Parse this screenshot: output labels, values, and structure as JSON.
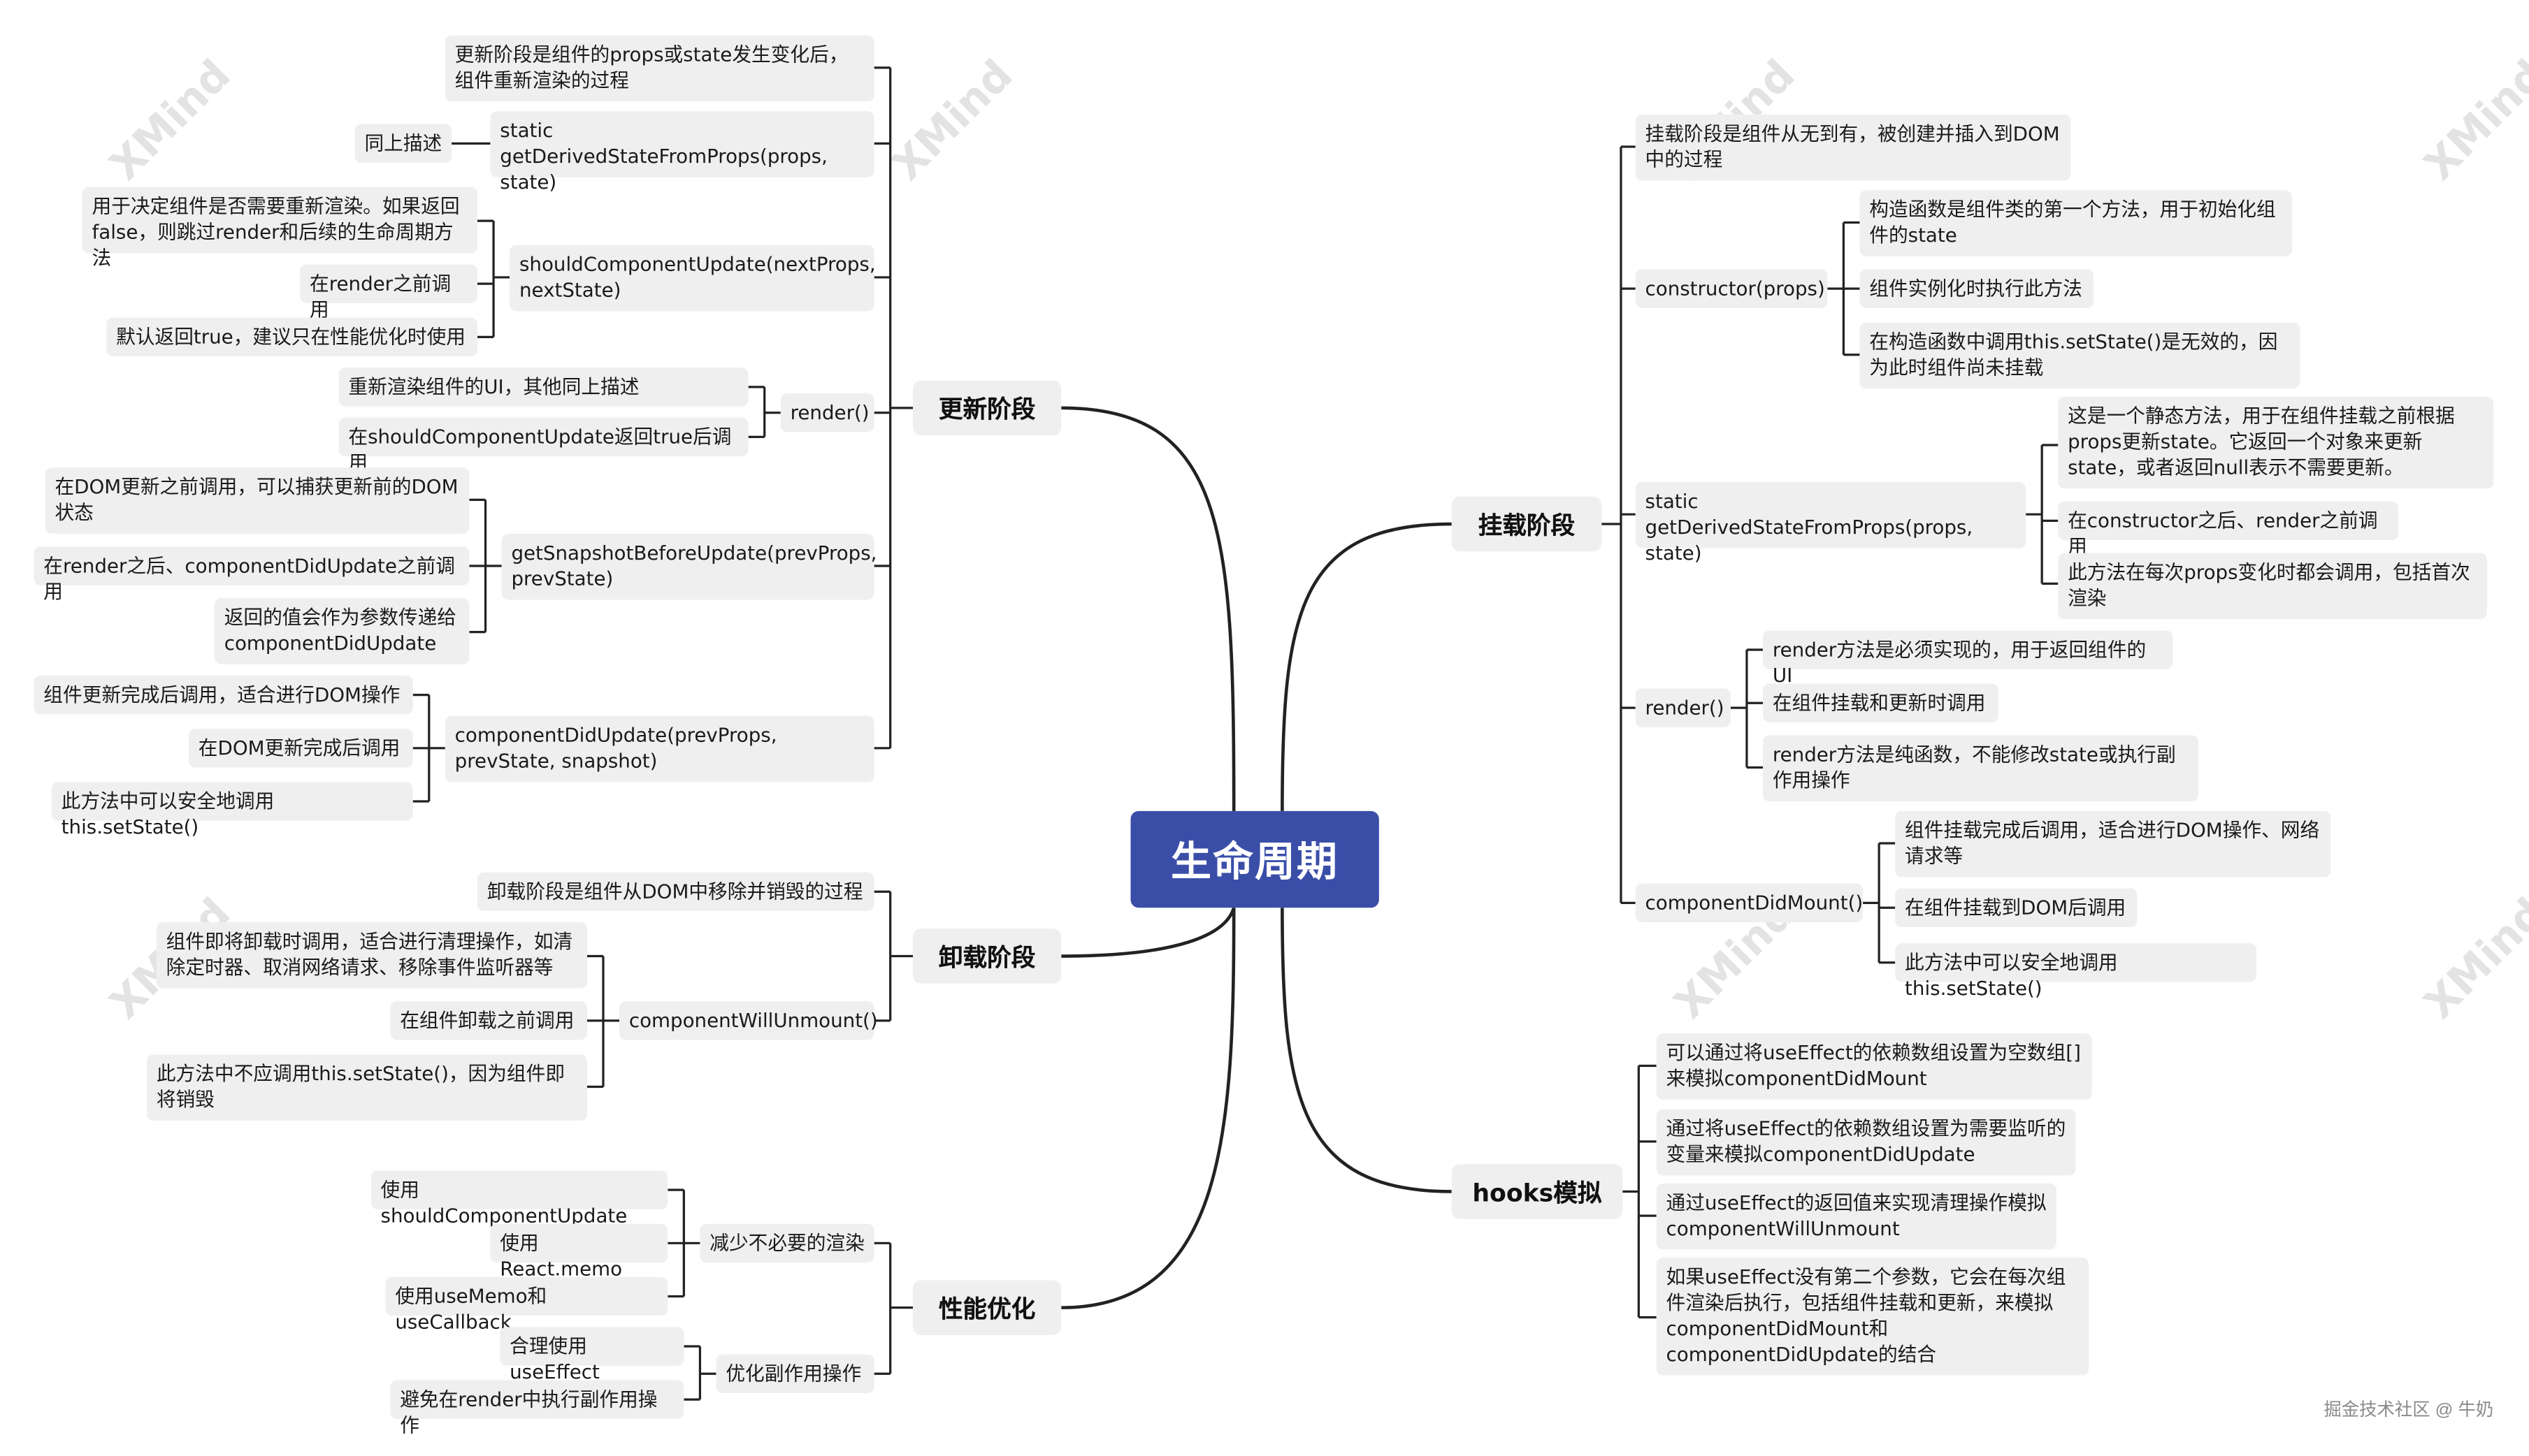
{
  "watermark": "XMind",
  "footer": "掘金技术社区 @ 牛奶",
  "root": "生命周期",
  "branches": {
    "update": {
      "title": "更新阶段",
      "desc": "更新阶段是组件的props或state发生变化后，组件重新渲染的过程",
      "gdsfp": {
        "label": "static getDerivedStateFromProps(props, state)",
        "c1": "同上描述"
      },
      "scu": {
        "label": "shouldComponentUpdate(nextProps, nextState)",
        "c1": "用于决定组件是否需要重新渲染。如果返回false，则跳过render和后续的生命周期方法",
        "c2": "在render之前调用",
        "c3": "默认返回true，建议只在性能优化时使用"
      },
      "render": {
        "label": "render()",
        "c1": "重新渲染组件的UI，其他同上描述",
        "c2": "在shouldComponentUpdate返回true后调用"
      },
      "gsbu": {
        "label": "getSnapshotBeforeUpdate(prevProps, prevState)",
        "c1": "在DOM更新之前调用，可以捕获更新前的DOM状态",
        "c2": "在render之后、componentDidUpdate之前调用",
        "c3": "返回的值会作为参数传递给componentDidUpdate"
      },
      "cdu": {
        "label": "componentDidUpdate(prevProps, prevState, snapshot)",
        "c1": "组件更新完成后调用，适合进行DOM操作",
        "c2": "在DOM更新完成后调用",
        "c3": "此方法中可以安全地调用this.setState()"
      }
    },
    "unmount": {
      "title": "卸载阶段",
      "desc": "卸载阶段是组件从DOM中移除并销毁的过程",
      "cwu": {
        "label": "componentWillUnmount()",
        "c1": "组件即将卸载时调用，适合进行清理操作，如清除定时器、取消网络请求、移除事件监听器等",
        "c2": "在组件卸载之前调用",
        "c3": "此方法中不应调用this.setState()，因为组件即将销毁"
      }
    },
    "perf": {
      "title": "性能优化",
      "reduce": {
        "label": "减少不必要的渲染",
        "c1": "使用shouldComponentUpdate",
        "c2": "使用React.memo",
        "c3": "使用useMemo和useCallback"
      },
      "effect": {
        "label": "优化副作用操作",
        "c1": "合理使用useEffect",
        "c2": "避免在render中执行副作用操作"
      }
    },
    "mount": {
      "title": "挂载阶段",
      "desc": "挂载阶段是组件从无到有，被创建并插入到DOM中的过程",
      "ctor": {
        "label": "constructor(props)",
        "c1": "构造函数是组件类的第一个方法，用于初始化组件的state",
        "c2": "组件实例化时执行此方法",
        "c3": "在构造函数中调用this.setState()是无效的，因为此时组件尚未挂载"
      },
      "gdsfp": {
        "label": "static getDerivedStateFromProps(props, state)",
        "c1": "这是一个静态方法，用于在组件挂载之前根据props更新state。它返回一个对象来更新state，或者返回null表示不需要更新。",
        "c2": "在constructor之后、render之前调用",
        "c3": "此方法在每次props变化时都会调用，包括首次渲染"
      },
      "render": {
        "label": "render()",
        "c1": "render方法是必须实现的，用于返回组件的UI",
        "c2": "在组件挂载和更新时调用",
        "c3": "render方法是纯函数，不能修改state或执行副作用操作"
      },
      "cdm": {
        "label": "componentDidMount()",
        "c1": "组件挂载完成后调用，适合进行DOM操作、网络请求等",
        "c2": "在组件挂载到DOM后调用",
        "c3": "此方法中可以安全地调用this.setState()"
      }
    },
    "hooks": {
      "title": "hooks模拟",
      "c1": "可以通过将useEffect的依赖数组设置为空数组[]来模拟componentDidMount",
      "c2": "通过将useEffect的依赖数组设置为需要监听的变量来模拟componentDidUpdate",
      "c3": "通过useEffect的返回值来实现清理操作模拟componentWillUnmount",
      "c4": "如果useEffect没有第二个参数，它会在每次组件渲染后执行，包括组件挂载和更新，来模拟componentDidMount和componentDidUpdate的结合"
    }
  }
}
